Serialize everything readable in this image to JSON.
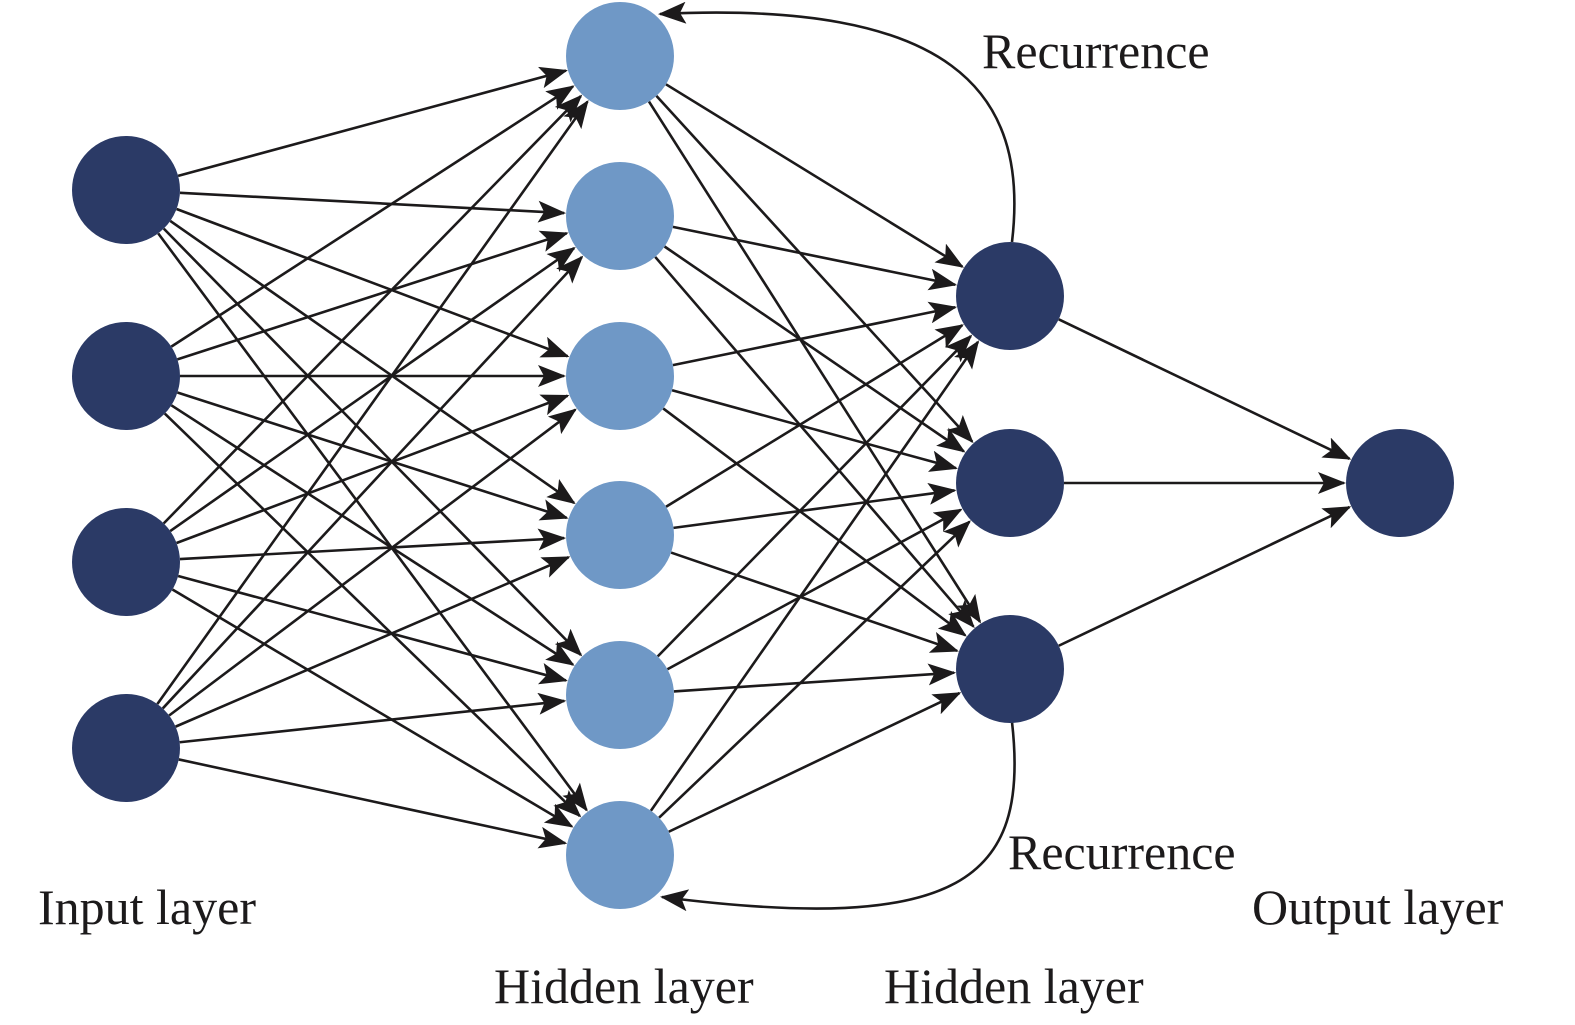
{
  "colors": {
    "dark_node": "#2b3a66",
    "light_node": "#6f98c6",
    "edge": "#1c1a1b",
    "background": "#ffffff"
  },
  "layers": [
    {
      "id": "input",
      "label": "Input layer",
      "nodes": 4,
      "style": "dark"
    },
    {
      "id": "hidden1",
      "label": "Hidden layer",
      "nodes": 6,
      "style": "light"
    },
    {
      "id": "hidden2",
      "label": "Hidden layer",
      "nodes": 3,
      "style": "dark"
    },
    {
      "id": "output",
      "label": "Output layer",
      "nodes": 1,
      "style": "dark"
    }
  ],
  "connections": [
    {
      "from": "input",
      "to": "hidden1",
      "type": "full"
    },
    {
      "from": "hidden1",
      "to": "hidden2",
      "type": "full"
    },
    {
      "from": "hidden2",
      "to": "output",
      "type": "full"
    }
  ],
  "recurrence": [
    {
      "label": "Recurrence",
      "from": "hidden2.0",
      "to": "hidden1.0"
    },
    {
      "label": "Recurrence",
      "from": "hidden2.2",
      "to": "hidden1.5"
    }
  ]
}
